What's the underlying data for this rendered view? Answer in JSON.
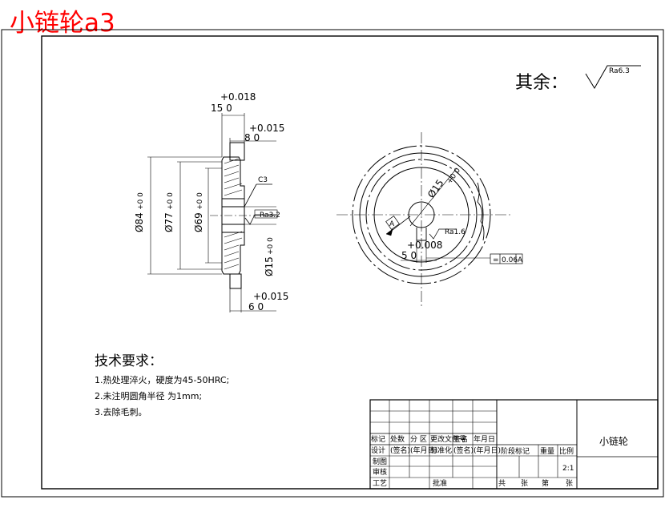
{
  "overlay_title": "小链轮a3",
  "surface_note": {
    "label": "其余：",
    "roughness": "Ra6.3"
  },
  "section_view": {
    "dim_width_tol": "+0.018",
    "dim_width": "15 0",
    "dim_hub_tol": "+0.015",
    "dim_hub": "8 0",
    "chamfer": "C3",
    "roughness_bore": "Ra3.2",
    "dia_84": "Ø84",
    "dia_84_tol": "+0 0",
    "dia_77": "Ø77",
    "dia_77_tol": "+0 0",
    "dia_69": "Ø69",
    "dia_69_tol": "+0 0",
    "dia_15": "Ø15",
    "dia_15_tol": "+0 0",
    "dim_bottom_tol": "+0.015",
    "dim_bottom": "6 0"
  },
  "front_view": {
    "dia_15": "Ø15",
    "dia_15_tol": "+0 0",
    "key_tol": "+0.008",
    "key_width": "5 0",
    "datum": "A",
    "roughness_key": "Ra1.6",
    "fcf_symbol": "=",
    "fcf_value": "0.06",
    "fcf_datum": "A"
  },
  "tech_requirements": {
    "heading": "技术要求：",
    "items": [
      "1.热处理淬火，硬度为45-50HRC;",
      "2.未注明圆角半径 为1mm;",
      "3.去除毛刺。"
    ]
  },
  "title_block": {
    "part_name": "小链轮",
    "header_row": [
      "标记",
      "处数",
      "分 区",
      "更改文件号",
      "签名",
      "年月日"
    ],
    "row_design": [
      "设计",
      "(签名)",
      "(年月日)",
      "标准化",
      "(签名)",
      "(年月日)"
    ],
    "row_draw": "制图",
    "row_check": "审核",
    "row_process": "工艺",
    "approve": "批准",
    "stage_label": "阶段标记",
    "weight_label": "重量",
    "scale_label": "比例",
    "scale": "2:1",
    "sheets": [
      "共",
      "张",
      "第",
      "张"
    ]
  }
}
